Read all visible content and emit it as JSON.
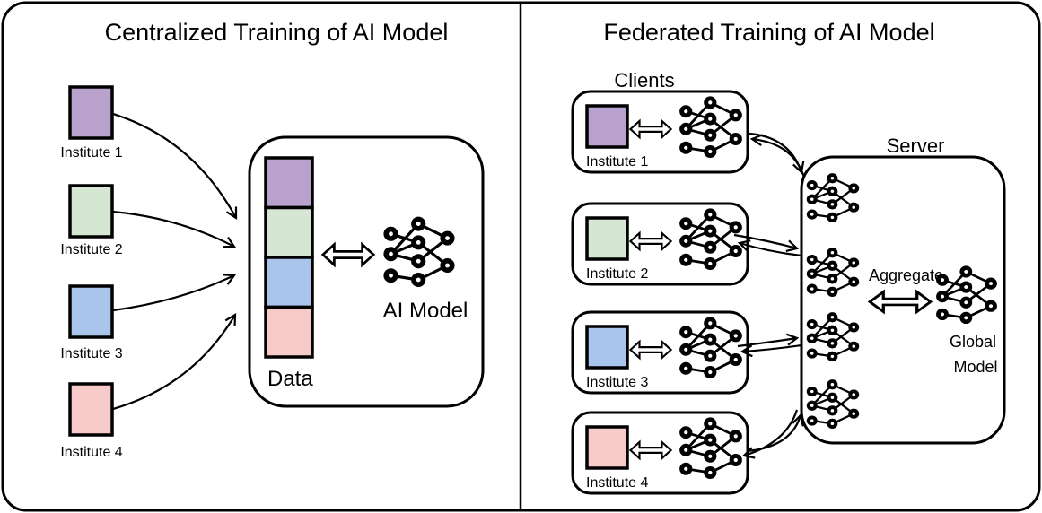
{
  "canvas": {
    "background": "#ffffff",
    "line_color": "#000000"
  },
  "left_panel": {
    "title": "Centralized Training of AI Model",
    "institutes": [
      {
        "label": "Institute 1",
        "color": "#b9a1ce"
      },
      {
        "label": "Institute 2",
        "color": "#d5e6d2"
      },
      {
        "label": "Institute 3",
        "color": "#a9c5eb"
      },
      {
        "label": "Institute 4",
        "color": "#f6cac9"
      }
    ],
    "central_box": {
      "data_label": "Data",
      "stack_colors": [
        "#b9a1ce",
        "#d5e6d2",
        "#a9c5eb",
        "#f6cac9"
      ],
      "model_label": "AI Model"
    }
  },
  "right_panel": {
    "title": "Federated Training of AI Model",
    "clients_label": "Clients",
    "clients": [
      {
        "label": "Institute 1",
        "color": "#b9a1ce"
      },
      {
        "label": "Institute 2",
        "color": "#d5e6d2"
      },
      {
        "label": "Institute 3",
        "color": "#a9c5eb"
      },
      {
        "label": "Institute 4",
        "color": "#f6cac9"
      }
    ],
    "server": {
      "label": "Server",
      "aggregate_label": "Aggregate",
      "global_model_label_line1": "Global",
      "global_model_label_line2": "Model",
      "local_model_count": 4
    }
  }
}
